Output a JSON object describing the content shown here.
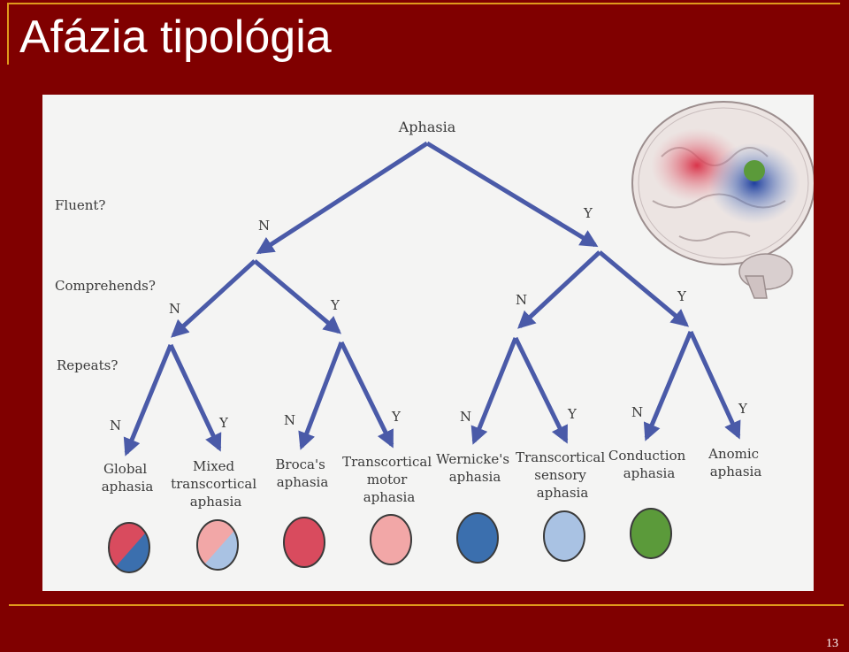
{
  "slide": {
    "title": "Afázia tipológia",
    "page_number": "13"
  },
  "diagram": {
    "root_label": "Aphasia",
    "questions": [
      "Fluent?",
      "Comprehends?",
      "Repeats?"
    ],
    "no_label": "N",
    "yes_label": "Y",
    "leaves": [
      {
        "lines": [
          "Global",
          "aphasia"
        ],
        "color_left": "#d94b5e",
        "color_right": "#3b6fae"
      },
      {
        "lines": [
          "Mixed",
          "transcortical",
          "aphasia"
        ],
        "color_left": "#f2a7a7",
        "color_right": "#a9c2e3"
      },
      {
        "lines": [
          "Broca's",
          "aphasia"
        ],
        "color": "#d94b5e"
      },
      {
        "lines": [
          "Transcortical",
          "motor",
          "aphasia"
        ],
        "color": "#f2a7a7"
      },
      {
        "lines": [
          "Wernicke's",
          "aphasia"
        ],
        "color": "#3b6fae"
      },
      {
        "lines": [
          "Transcortical",
          "sensory",
          "aphasia"
        ],
        "color": "#a9c2e3"
      },
      {
        "lines": [
          "Conduction",
          "aphasia"
        ],
        "color": "#5b9a3a"
      },
      {
        "lines": [
          "Anomic",
          "aphasia"
        ],
        "color": null
      }
    ],
    "colors": {
      "arrow": "#4a5aa8",
      "background": "#f4f4f3"
    }
  }
}
